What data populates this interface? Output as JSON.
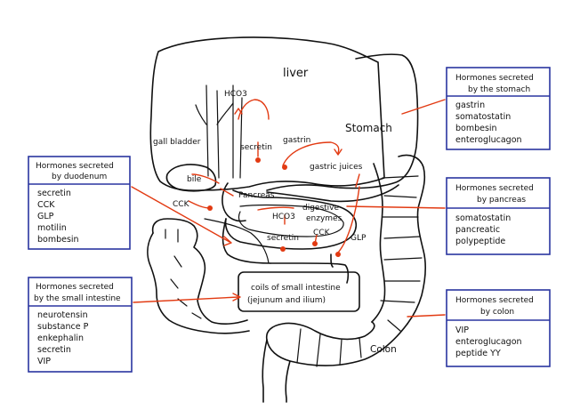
{
  "organs": {
    "liver": "liver",
    "stomach": "Stomach",
    "gallbladder": "gall bladder",
    "pancreas": "Pancreas",
    "colon": "Colon",
    "small_intestine_line1": "coils of small intestine",
    "small_intestine_line2": "(jejunum and ilium)"
  },
  "labels": {
    "hco3_top": "HCO3",
    "secretin_top": "secretin",
    "gastrin": "gastrin",
    "gastric_juices": "gastric juices",
    "bile": "bile",
    "cck_left": "CCK",
    "hco3_mid": "HCO3",
    "digestive_enzymes_line1": "digestive",
    "digestive_enzymes_line2": "enzymes",
    "secretin_mid": "secretin",
    "cck_mid": "CCK",
    "glp": "GLP"
  },
  "boxes": {
    "duodenum": {
      "title_line1": "Hormones secreted",
      "title_line2": "by duodenum",
      "items": [
        "secretin",
        "CCK",
        "GLP",
        "motilin",
        "bombesin"
      ]
    },
    "small_intestine": {
      "title_line1": "Hormones secreted",
      "title_line2": "by the small intestine",
      "items": [
        "neurotensin",
        "substance P",
        "enkephalin",
        "secretin",
        "VIP"
      ]
    },
    "stomach": {
      "title_line1": "Hormones secreted",
      "title_line2": "by the stomach",
      "items": [
        "gastrin",
        "somatostatin",
        "bombesin",
        "enteroglucagon"
      ]
    },
    "pancreas": {
      "title_line1": "Hormones secreted",
      "title_line2": "by pancreas",
      "items": [
        "somatostatin",
        "pancreatic",
        "polypeptide"
      ]
    },
    "colon": {
      "title_line1": "Hormones secreted",
      "title_line2": "by colon",
      "items": [
        "VIP",
        "enteroglucagon",
        "peptide YY"
      ]
    }
  }
}
